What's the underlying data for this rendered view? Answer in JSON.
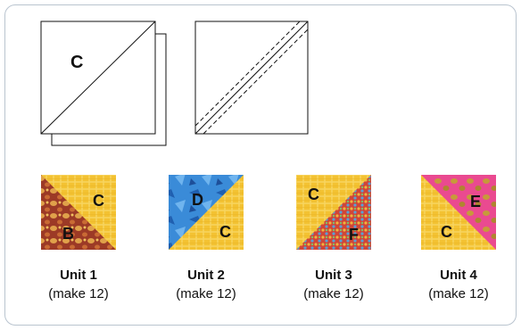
{
  "diagram": {
    "step_a": {
      "label": "C"
    },
    "units": [
      {
        "title": "Unit 1",
        "note": "(make 12)",
        "labels": [
          "C",
          "B"
        ]
      },
      {
        "title": "Unit 2",
        "note": "(make 12)",
        "labels": [
          "D",
          "C"
        ]
      },
      {
        "title": "Unit 3",
        "note": "(make 12)",
        "labels": [
          "C",
          "F"
        ]
      },
      {
        "title": "Unit 4",
        "note": "(make 12)",
        "labels": [
          "E",
          "C"
        ]
      }
    ],
    "colors": {
      "border": "#b9c4cf",
      "fabric_c": "#f3c232",
      "fabric_b": "#a8422c",
      "fabric_d": "#2f7fd1",
      "fabric_f": "#d0453a",
      "fabric_e": "#e8458c"
    }
  }
}
